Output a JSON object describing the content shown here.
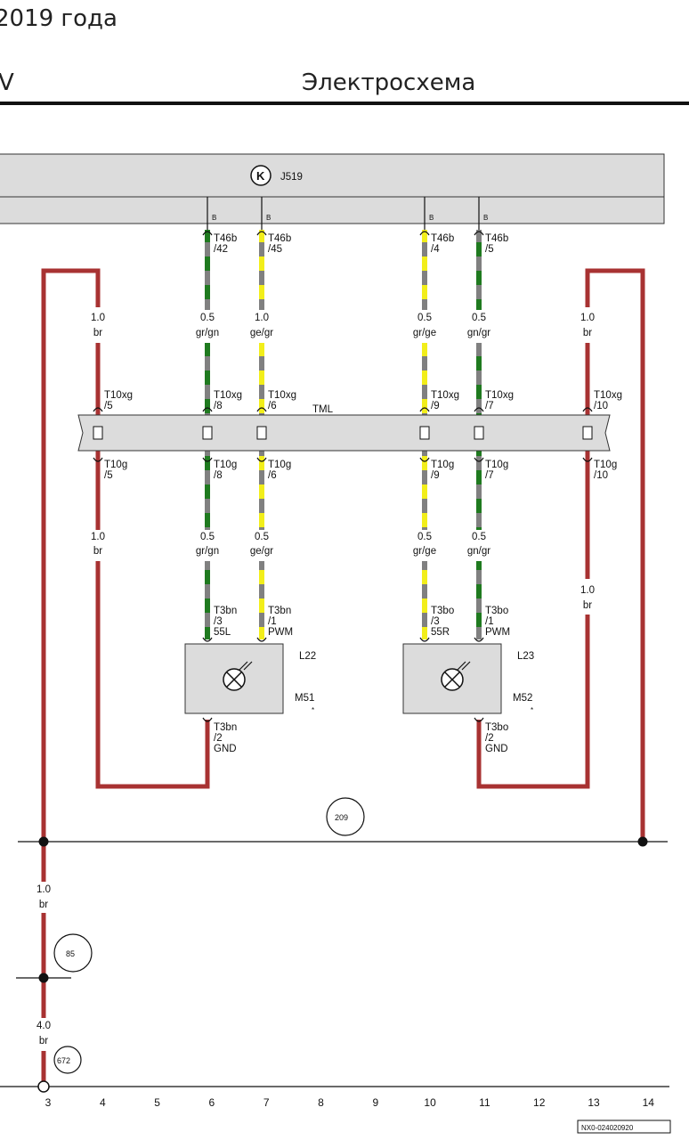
{
  "header": {
    "date_fragment": "2019 года",
    "left_fragment": "V",
    "title": "Электросхема"
  },
  "control_unit": {
    "code": "J519"
  },
  "connector_bar": {
    "label": "TML"
  },
  "ground_point": "209",
  "circles": {
    "c85": "85",
    "c672": "672"
  },
  "wires": [
    {
      "pin_top": "T46b\n/42",
      "size": "0.5",
      "color": "gr/gn",
      "mid_top": "T10xg\n/8",
      "mid_bottom": "T10g\n/8",
      "size2": "0.5",
      "color2": "gr/gn",
      "comp_pin": "T3bn\n/3\n55L"
    },
    {
      "pin_top": "T46b\n/45",
      "size": "1.0",
      "color": "ge/gr",
      "mid_top": "T10xg\n/6",
      "mid_bottom": "T10g\n/6",
      "size2": "0.5",
      "color2": "ge/gr",
      "comp_pin": "T3bn\n/1\nPWM"
    },
    {
      "pin_top": "T46b\n/4",
      "size": "0.5",
      "color": "gr/ge",
      "mid_top": "T10xg\n/9",
      "mid_bottom": "T10g\n/9",
      "size2": "0.5",
      "color2": "gr/ge",
      "comp_pin": "T3bo\n/3\n55R"
    },
    {
      "pin_top": "T46b\n/5",
      "size": "0.5",
      "color": "gn/gr",
      "mid_top": "T10xg\n/7",
      "mid_bottom": "T10g\n/7",
      "size2": "0.5",
      "color2": "gn/gr",
      "comp_pin": "T3bo\n/1\nPWM"
    }
  ],
  "brown_wires": {
    "left": {
      "size": "1.0",
      "color": "br",
      "mid_top": "T10xg\n/5",
      "mid_bottom": "T10g\n/5",
      "size2": "1.0",
      "color2": "br"
    },
    "right": {
      "size": "1.0",
      "color": "br",
      "mid_top": "T10xg\n/10",
      "mid_bottom": "T10g\n/10",
      "size2": "1.0",
      "color2": "br"
    },
    "ground_1": {
      "size": "1.0",
      "color": "br"
    },
    "ground_2": {
      "size": "4.0",
      "color": "br"
    }
  },
  "components": [
    {
      "l_code": "L22",
      "m_code": "M51",
      "ground_pin": "T3bn\n/2\nGND"
    },
    {
      "l_code": "L23",
      "m_code": "M52",
      "ground_pin": "T3bo\n/2\nGND"
    }
  ],
  "pin_b": "B",
  "asterisk": "*",
  "track_numbers": [
    "3",
    "4",
    "5",
    "6",
    "7",
    "8",
    "9",
    "10",
    "11",
    "12",
    "13",
    "14"
  ],
  "image_code": "NX0-024020920",
  "colors": {
    "brown": "#a83232",
    "green": "#1f7a1f",
    "gray": "#808080",
    "yellow": "#f2ee1a",
    "box": "#dcdcdc"
  }
}
